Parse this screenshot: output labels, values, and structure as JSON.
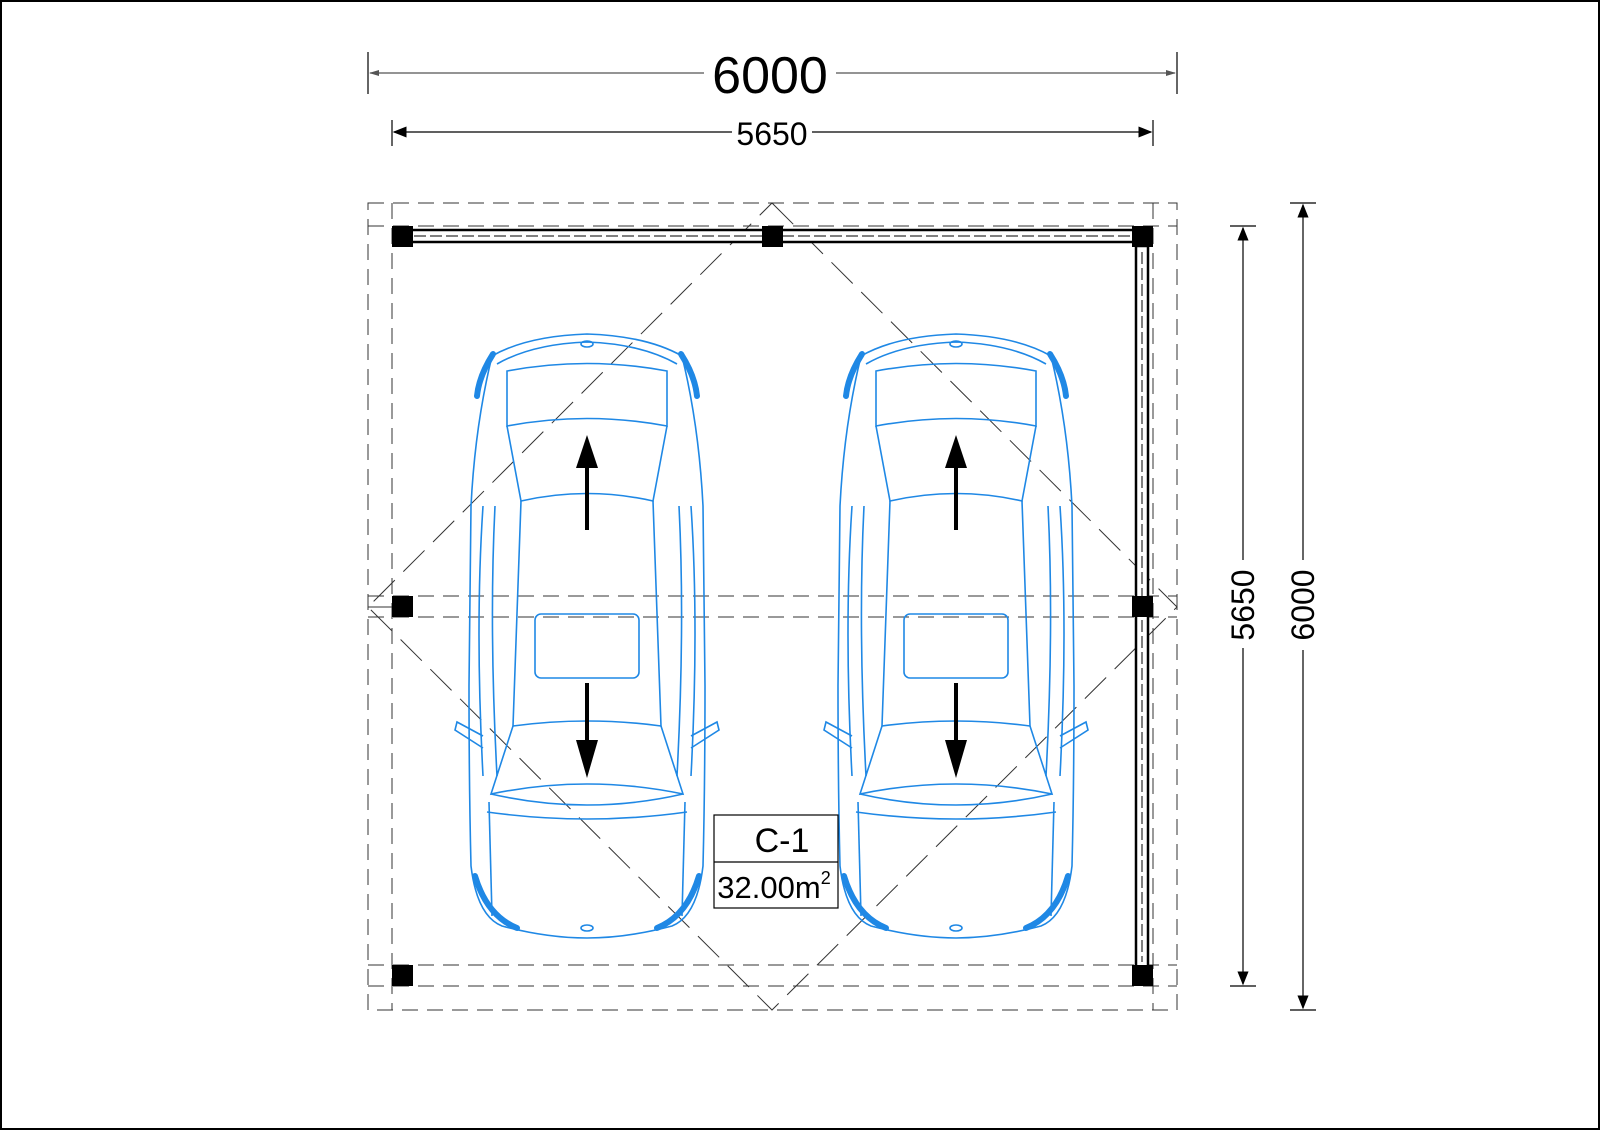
{
  "dimensions": {
    "top_outer": "6000",
    "top_inner": "5650",
    "right_inner": "5650",
    "right_outer": "6000"
  },
  "room": {
    "id": "C-1",
    "area_value": "32.00m",
    "area_unit_sup": "2"
  },
  "colors": {
    "line": "#000000",
    "car": "#1f88e5"
  },
  "icons": [
    "car-outline-icon",
    "arrow-up-icon",
    "arrow-down-icon",
    "post-icon"
  ]
}
